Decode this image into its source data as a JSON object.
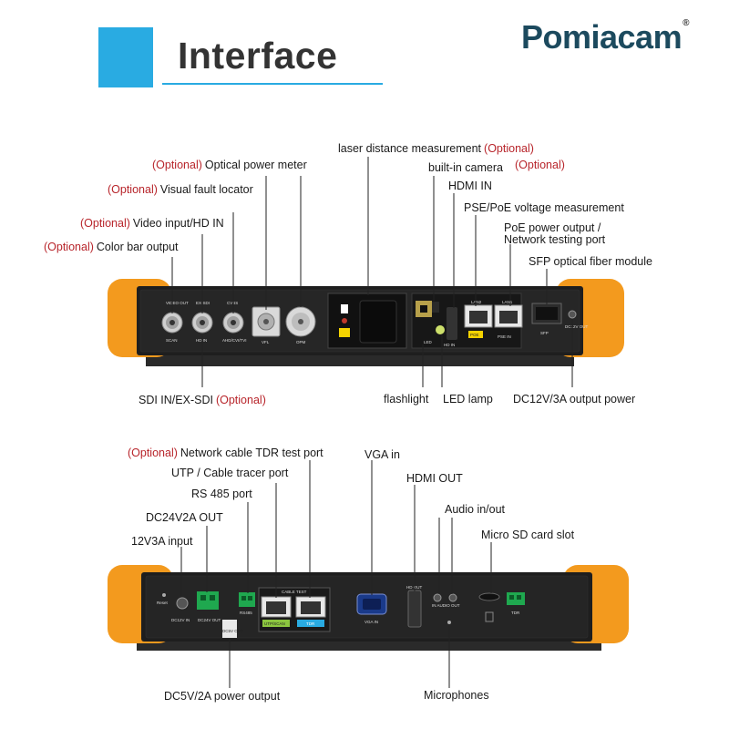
{
  "header": {
    "title": "Interface",
    "brand": "Pomiacam",
    "brand_mark": "®"
  },
  "optional_text": "(Optional)",
  "top_panel": {
    "labels": {
      "laser": "laser distance measurement",
      "camera": "built-in camera",
      "optical_power": "Optical power meter",
      "visual_fault": "Visual fault locator",
      "hdmi_in": "HDMI IN",
      "pse": "PSE/PoE voltage measurement",
      "video_input": "Video input/HD IN",
      "poe_output_1": "PoE power output /",
      "poe_output_2": "Network testing port",
      "color_bar": "Color bar output",
      "sfp": "SFP optical fiber module",
      "sdi_in": "SDI IN/EX-SDI",
      "flashlight": "flashlight",
      "led_lamp": "LED lamp",
      "dc12v_out": "DC12V/3A output power"
    },
    "port_marks": {
      "video_out": "VIDEO OUT",
      "scan": "SCAN",
      "ex_sdi": "EX-SDI",
      "hd_in": "HD IN",
      "cvbs": "CVBS",
      "ahd": "AHD/CVI/TVI",
      "vfl": "VFL",
      "opm": "OPM",
      "led": "LED",
      "hd_in2": "HD IN",
      "lan2": "LAN2",
      "lan1": "LAN1",
      "pse_in": "PSE IN",
      "poe": "POE",
      "sfp": "SFP",
      "dc_out": "DC12V OUT"
    }
  },
  "bottom_panel": {
    "labels": {
      "tdr": "Network cable TDR test port",
      "utp": "UTP / Cable tracer port",
      "vga_in": "VGA in",
      "hdmi_out": "HDMI OUT",
      "rs485": "RS 485 port",
      "audio": "Audio in/out",
      "dc24v": "DC24V2A OUT",
      "microsd": "Micro SD card slot",
      "in12v": "12V3A input",
      "dc5v": "DC5V/2A power output",
      "microphones": "Microphones"
    },
    "port_marks": {
      "reset": "Reset",
      "dc12vin": "DC12V IN",
      "dc24v": "DC24V OUT",
      "dc5v": "DC5V OUT",
      "rs485": "RS485",
      "cable_test": "CABLE TEST",
      "utp_scan": "UTP/SCAN",
      "tdr": "TDR",
      "vga_in": "VGA IN",
      "hd_out": "HD OUT",
      "audio_io": "IN AUDIO OUT",
      "tdr2": "TDR"
    }
  },
  "colors": {
    "accent": "#29abe2",
    "optional": "#b8252b",
    "bumper": "#f39a1e",
    "body": "#1e1e1e",
    "brand": "#1c4a5e"
  }
}
